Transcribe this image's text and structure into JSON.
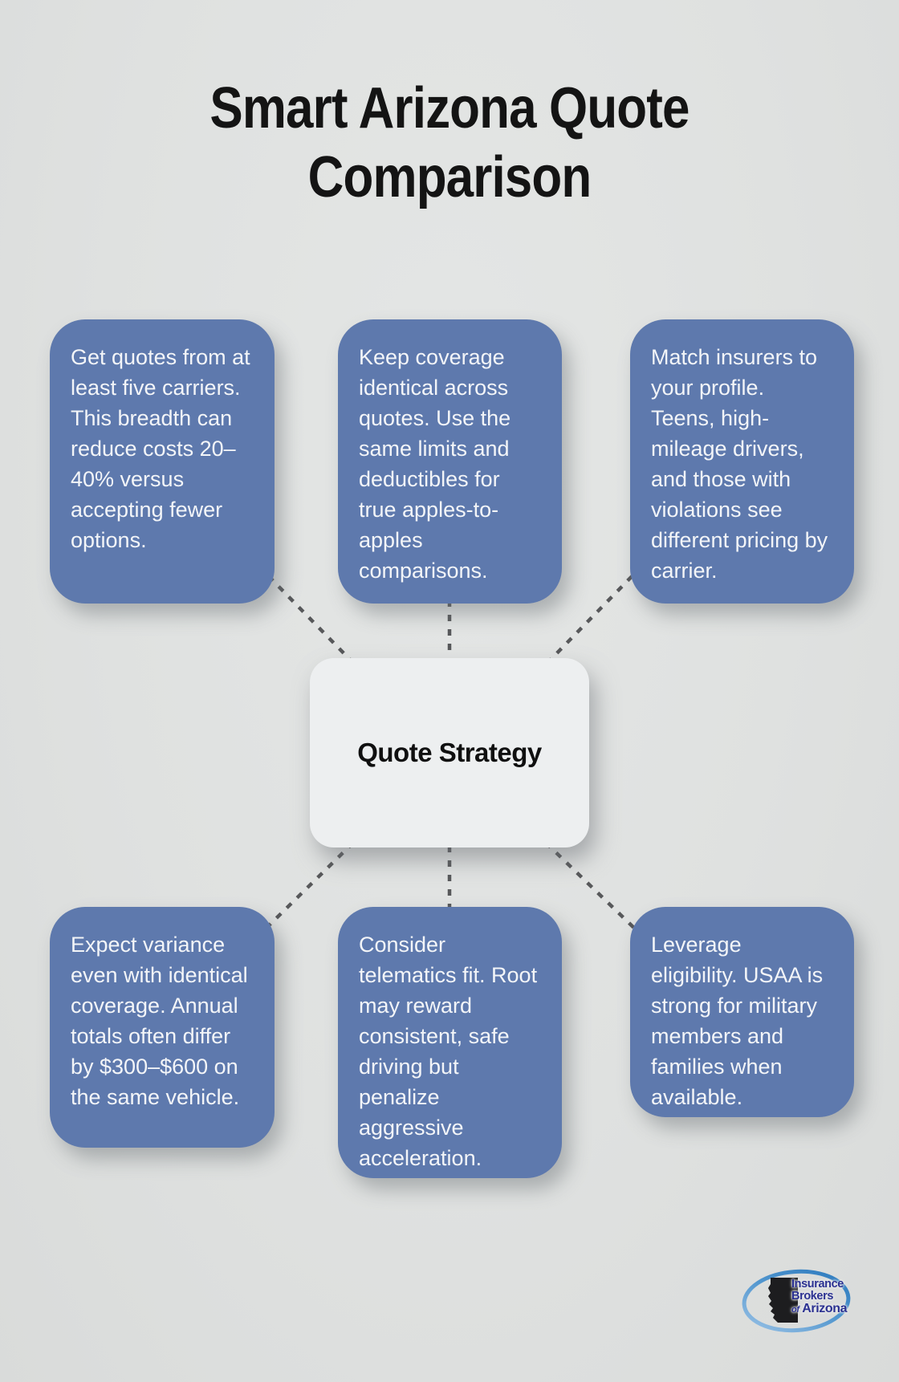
{
  "title": "Smart Arizona Quote Comparison",
  "center": {
    "label": "Quote Strategy"
  },
  "nodes": [
    {
      "id": "top-left",
      "text": "Get quotes from at least five carriers. This breadth can reduce costs 20–40% versus accepting fewer options."
    },
    {
      "id": "top-middle",
      "text": "Keep coverage identical across quotes. Use the same limits and deductibles for true apples-to-apples comparisons."
    },
    {
      "id": "top-right",
      "text": "Match insurers to your profile. Teens, high-mileage drivers, and those with violations see different pricing by carrier."
    },
    {
      "id": "bottom-left",
      "text": "Expect variance even with identical coverage. Annual totals often differ by $300–$600 on the same vehicle."
    },
    {
      "id": "bottom-middle",
      "text": "Consider telematics fit. Root may reward consistent, safe driving but penalize aggressive acceleration."
    },
    {
      "id": "bottom-right",
      "text": "Leverage eligibility. USAA is strong for military members and families when available."
    }
  ],
  "logo": {
    "line1": "Insurance",
    "line2": "Brokers",
    "line3_prefix": "of",
    "line3_word": "Arizona"
  },
  "colors": {
    "background": "#dfe1e0",
    "node_fill": "#5e79ad",
    "node_text": "#f3f5f8",
    "center_fill": "#edeff0",
    "connector": "#57585a",
    "title_text": "#141414",
    "logo_text": "#2b3191",
    "logo_ring_dark": "#2a78bd",
    "logo_ring_light": "#9cc3e6",
    "logo_state": "#1d1d1f"
  }
}
